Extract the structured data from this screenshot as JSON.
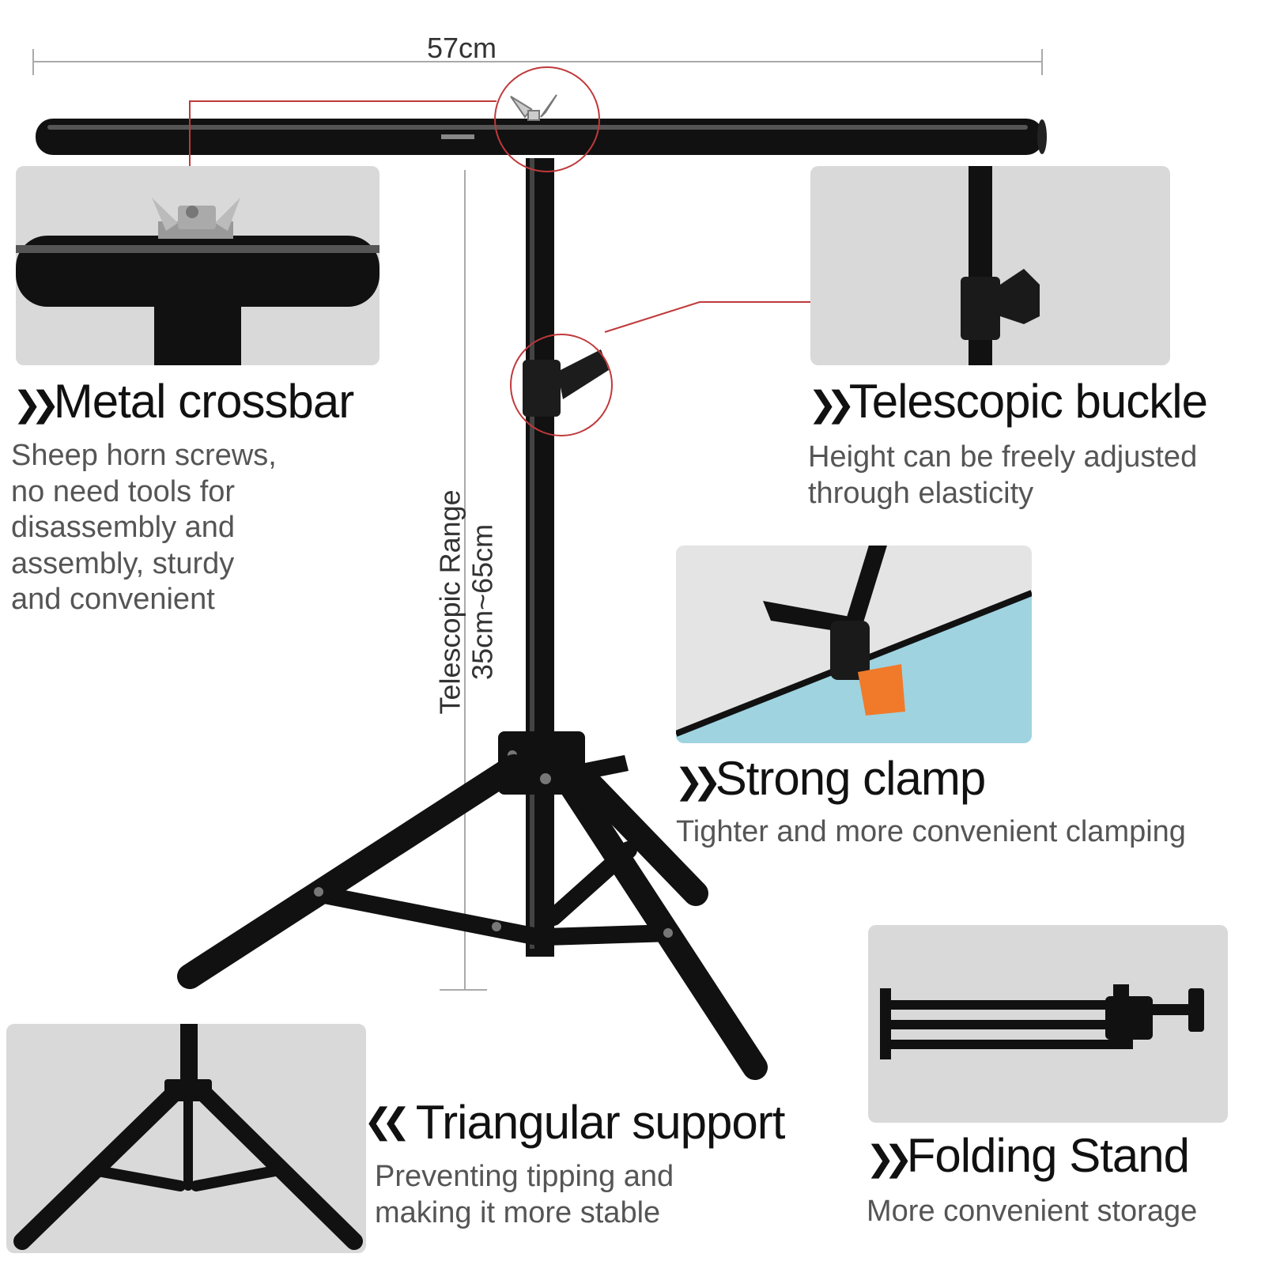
{
  "dimensions": {
    "width_label": "57cm",
    "range_label_line1": "Telescopic Range",
    "range_label_line2": "35cm~65cm"
  },
  "features": {
    "crossbar": {
      "title": "Metal crossbar",
      "desc": [
        "Sheep horn screws,",
        "no need tools for",
        "disassembly and",
        "assembly, sturdy",
        "and convenient"
      ]
    },
    "buckle": {
      "title": "Telescopic buckle",
      "desc": [
        "Height can be freely adjusted",
        "through elasticity"
      ]
    },
    "clamp": {
      "title": "Strong clamp",
      "desc": [
        "Tighter and more convenient clamping"
      ]
    },
    "triangular": {
      "title": "Triangular support",
      "desc": [
        "Preventing tipping and",
        "making it more stable"
      ]
    },
    "folding": {
      "title": "Folding Stand",
      "desc": [
        "More convenient storage"
      ]
    }
  },
  "colors": {
    "callout": "#c0393b",
    "stand": "#111111",
    "clamp_tip": "#f07a2a",
    "panel": "#d9d9d9",
    "backdrop": "#9fd3e0"
  }
}
